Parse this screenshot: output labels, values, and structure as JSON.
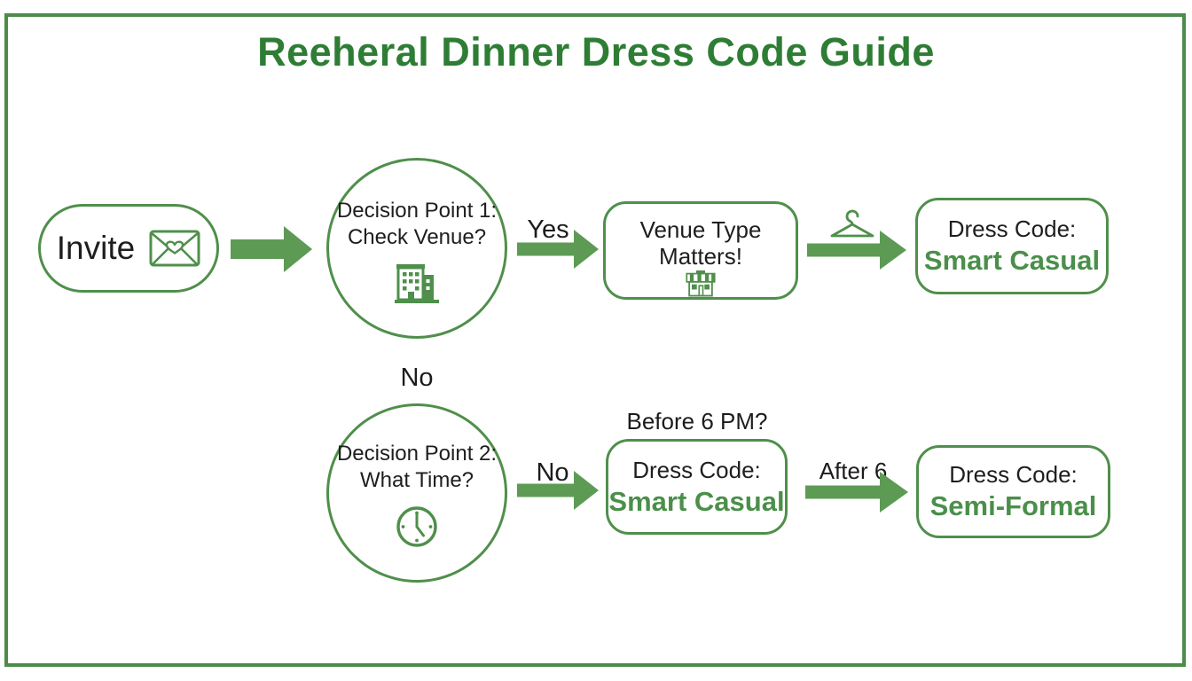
{
  "title": "Reeheral Dinner Dress Code Guide",
  "colors": {
    "frame_green": "#4d8b49",
    "title_green": "#2e7d35",
    "node_border_green": "#4f8f4b",
    "arrow_green": "#5d9b55",
    "result_text_green": "#4a8f4a",
    "body_text": "#1e1e1e",
    "background": "#ffffff"
  },
  "nodes": {
    "invite": {
      "label": "Invite",
      "icon": "heart-envelope-icon"
    },
    "decision1": {
      "line1": "Decision Point 1:",
      "line2": "Check Venue?",
      "icon": "building-icon"
    },
    "venue_note": {
      "line1": "Venue Type",
      "line2": "Matters!",
      "icon": "storefront-icon"
    },
    "result_smart_casual_top": {
      "line1": "Dress Code:",
      "line2": "Smart Casual"
    },
    "decision2": {
      "line1": "Decision Point 2:",
      "line2": "What Time?",
      "icon": "clock-icon"
    },
    "result_smart_casual_bottom": {
      "line1": "Dress Code:",
      "line2": "Smart Casual"
    },
    "result_semi_formal": {
      "line1": "Dress Code:",
      "line2": "Semi-Formal"
    }
  },
  "edge_labels": {
    "yes": "Yes",
    "no_to_decision2": "No",
    "before_6pm": "Before 6 PM?",
    "no_before6": "No",
    "after_6": "After 6",
    "hanger_icon": "hanger-icon"
  }
}
